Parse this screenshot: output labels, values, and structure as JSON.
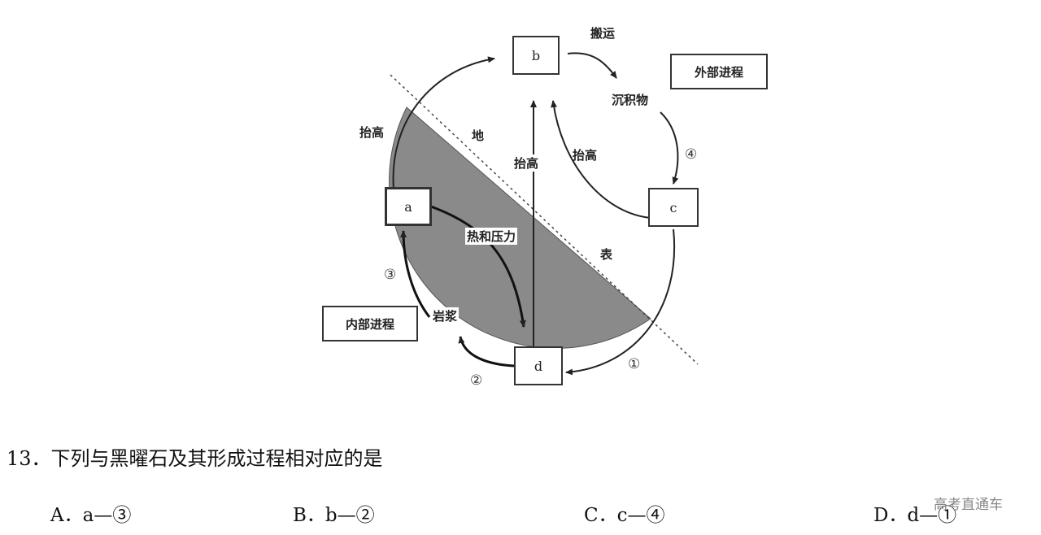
{
  "diagram": {
    "box_a": "a",
    "box_b": "b",
    "box_c": "c",
    "box_d": "d",
    "label_transport": "搬运",
    "label_sediment": "沉积物",
    "label_external": "外部进程",
    "label_internal": "内部进程",
    "label_uplift_left": "抬高",
    "label_uplift_mid": "抬高",
    "label_uplift_right": "抬高",
    "label_heat_pressure": "热和压力",
    "label_magma": "岩浆",
    "label_di": "地",
    "label_biao": "表",
    "num_1": "①",
    "num_2": "②",
    "num_3": "③",
    "num_4": "④"
  },
  "question": {
    "text": "13．下列与黑曜石及其形成过程相对应的是",
    "options": [
      "A．a—③",
      "B．b—②",
      "C．c—④",
      "D．d—①"
    ]
  },
  "watermark": "高考直通车"
}
